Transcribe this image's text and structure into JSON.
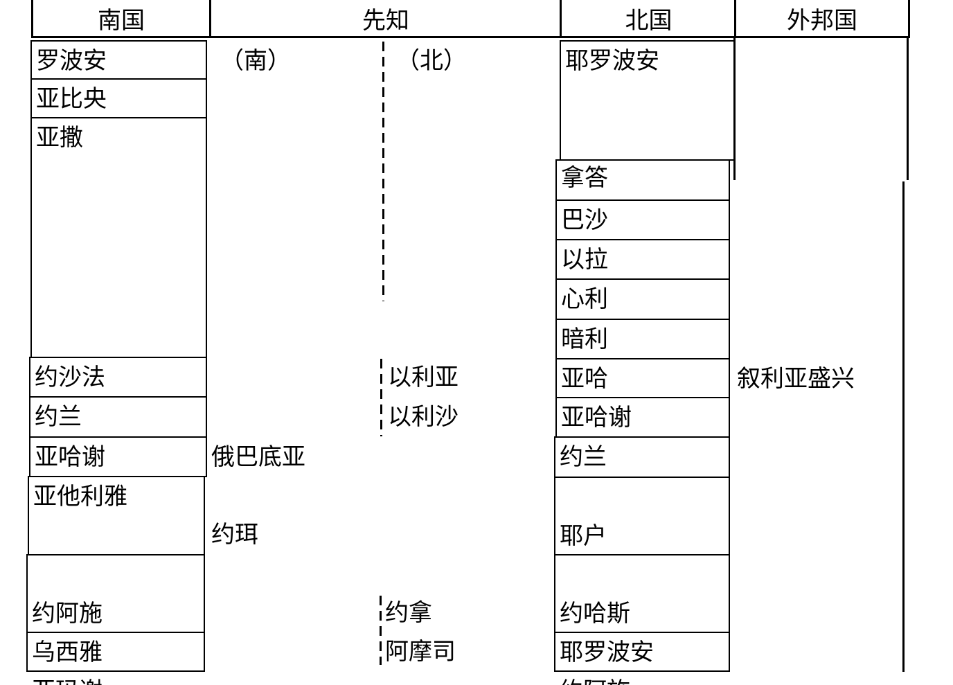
{
  "headers": {
    "south": "南国",
    "prophets": "先知",
    "north": "北国",
    "foreign": "外邦国"
  },
  "prophet_subheaders": {
    "south": "（南）",
    "north": "（北）"
  },
  "south_kings": [
    "罗波安",
    "亚比央",
    "亚撒",
    "约沙法",
    "约兰",
    "亚哈谢",
    "亚他利雅",
    "约阿施",
    "亚玛谢",
    "乌西雅"
  ],
  "north_kings": [
    "耶罗波安",
    "拿答",
    "巴沙",
    "以拉",
    "心利",
    "暗利",
    "亚哈",
    "亚哈谢",
    "约兰",
    "耶户",
    "约哈斯",
    "约阿施",
    "耶罗波安"
  ],
  "prophets_south": [
    "俄巴底亚",
    "约珥"
  ],
  "prophets_north": [
    "以利亚",
    "以利沙",
    "约拿",
    "阿摩司"
  ],
  "foreign": [
    "叙利亚盛兴"
  ]
}
